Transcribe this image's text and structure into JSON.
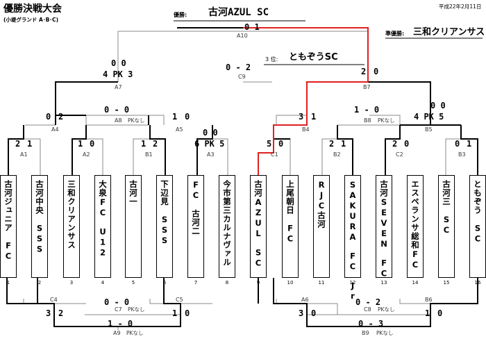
{
  "header": {
    "title": "優勝決戦大会",
    "venue": "(小堤グランド A･B･C)",
    "date": "平成22年2月11日",
    "winner_label": "優勝:",
    "winner": "古河AZUL SC",
    "runner_up_label": "準優勝:",
    "runner_up": "三和クリアンサス",
    "third_label": "3 位:",
    "third": "ともぞうSC"
  },
  "teams": [
    {
      "num": "1",
      "name": "古河ジュニア　FC"
    },
    {
      "num": "2",
      "name": "古河中央　SSS"
    },
    {
      "num": "3",
      "name": "三和クリアンサス"
    },
    {
      "num": "4",
      "name": "大泉FC　U12"
    },
    {
      "num": "5",
      "name": "古河一"
    },
    {
      "num": "6",
      "name": "下辺見　SSS"
    },
    {
      "num": "7",
      "name": "FC　古河二"
    },
    {
      "num": "8",
      "name": "今市第三カルナヴァル"
    },
    {
      "num": "9",
      "name": "古河AZUL　SC"
    },
    {
      "num": "10",
      "name": "上尾朝日　FC"
    },
    {
      "num": "11",
      "name": "RJC古河"
    },
    {
      "num": "12",
      "name": "SAKURA　FC　Jr"
    },
    {
      "num": "13",
      "name": "古河SEVEN　FC"
    },
    {
      "num": "14",
      "name": "エスペランサ総和FC"
    },
    {
      "num": "15",
      "name": "古河三　SC"
    },
    {
      "num": "16",
      "name": "ともぞう　SC"
    }
  ],
  "matches": {
    "A1": {
      "code": "A1",
      "l": "2",
      "r": "1"
    },
    "A2": {
      "code": "A2",
      "l": "1",
      "r": "0"
    },
    "B1": {
      "code": "B1",
      "l": "1",
      "r": "2"
    },
    "A3": {
      "code": "A3",
      "l": "6 PK 5",
      "top": "0 0"
    },
    "C1": {
      "code": "C1",
      "l": "5",
      "r": "0"
    },
    "B2": {
      "code": "B2",
      "l": "2",
      "r": "1"
    },
    "C2": {
      "code": "C2",
      "l": "2",
      "r": "0"
    },
    "B3": {
      "code": "B3",
      "l": "0",
      "r": "1"
    },
    "A4": {
      "code": "A4",
      "l": "0",
      "r": "2"
    },
    "A5": {
      "code": "A5",
      "l": "1",
      "r": "0"
    },
    "B4": {
      "code": "B4",
      "l": "3",
      "r": "1"
    },
    "B5": {
      "code": "B5",
      "l": "4 PK 5",
      "top": "0 0"
    },
    "A8": {
      "code": "A8",
      "score": "0 - 0",
      "pk": "PKなし"
    },
    "B8": {
      "code": "B8",
      "score": "1 - 0",
      "pk": "PKなし"
    },
    "A7": {
      "code": "A7",
      "l": "4 PK 3",
      "top": "0 0"
    },
    "B7": {
      "code": "B7",
      "l": "2",
      "r": "0"
    },
    "C9": {
      "code": "C9",
      "score": "0 - 2"
    },
    "A10": {
      "code": "A10",
      "score": "0 1"
    },
    "C4": {
      "code": "C4",
      "l": "3",
      "r": "2"
    },
    "C5": {
      "code": "C5",
      "l": "1",
      "r": "0"
    },
    "C7": {
      "code": "C7",
      "score": "0 - 0",
      "pk": "PKなし"
    },
    "A6": {
      "code": "A6",
      "l": "3",
      "r": "0"
    },
    "B6": {
      "code": "B6",
      "l": "1",
      "r": "0"
    },
    "C8": {
      "code": "C8",
      "score": "0 - 2",
      "pk": "PKなし"
    },
    "A9": {
      "code": "A9",
      "score": "1 - 0",
      "pk": "PKなし"
    },
    "B9": {
      "code": "B9",
      "score": "0 - 3",
      "pk": "PKなし"
    }
  },
  "colors": {
    "line": "#000000",
    "winner_path": "#e02020",
    "thin": "#888888"
  }
}
